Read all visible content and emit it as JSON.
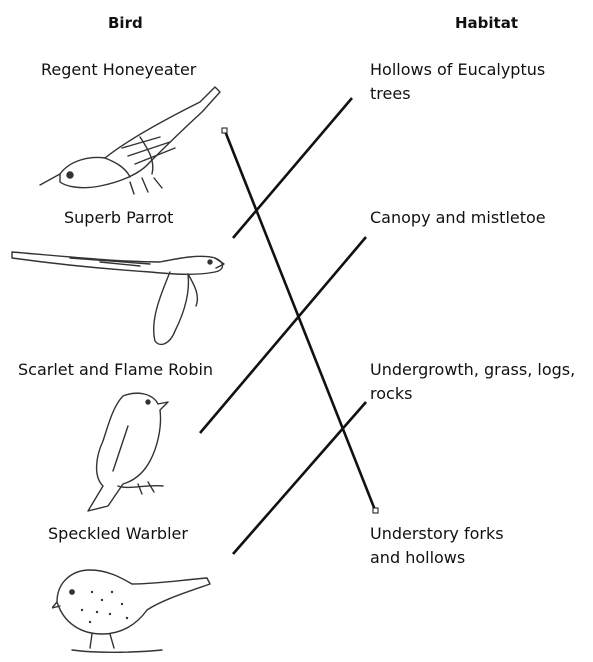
{
  "headers": {
    "left": "Bird",
    "right": "Habitat"
  },
  "birds": [
    {
      "label": "Regent Honeyeater",
      "icon": "regent-honeyeater-drawing"
    },
    {
      "label": "Superb Parrot",
      "icon": "superb-parrot-drawing"
    },
    {
      "label": "Scarlet and Flame Robin",
      "icon": "robin-drawing"
    },
    {
      "label": "Speckled Warbler",
      "icon": "speckled-warbler-drawing"
    }
  ],
  "habitats": [
    {
      "line1": "Hollows of Eucalyptus",
      "line2": "trees"
    },
    {
      "line1": "Canopy and mistletoe",
      "line2": ""
    },
    {
      "line1": "Undergrowth, grass, logs,",
      "line2": "rocks"
    },
    {
      "line1": "Understory forks",
      "line2": "and hollows"
    }
  ],
  "connections": [
    {
      "bird": "Regent Honeyeater",
      "habitat": "Understory forks and hollows"
    },
    {
      "bird": "Superb Parrot",
      "habitat": "Hollows of Eucalyptus trees"
    },
    {
      "bird": "Scarlet and Flame Robin",
      "habitat": "Canopy and mistletoe"
    },
    {
      "bird": "Speckled Warbler",
      "habitat": "Undergrowth, grass, logs, rocks"
    }
  ]
}
